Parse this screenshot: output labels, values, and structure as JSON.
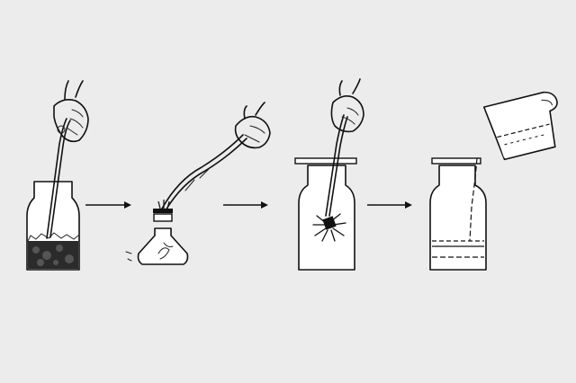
{
  "diagram": {
    "background": "#ececec",
    "ink_color": "#111111",
    "steps": [
      {
        "id": "step-1",
        "description_icon": "collecting-jar-with-coal-sample"
      },
      {
        "id": "step-2",
        "description_icon": "spirit-lamp-igniting-sample"
      },
      {
        "id": "step-3",
        "description_icon": "burning-sample-in-covered-jar"
      },
      {
        "id": "step-4",
        "description_icon": "pouring-liquid-into-jar"
      }
    ],
    "connectors": [
      "arrow-right",
      "arrow-right",
      "arrow-right"
    ]
  }
}
